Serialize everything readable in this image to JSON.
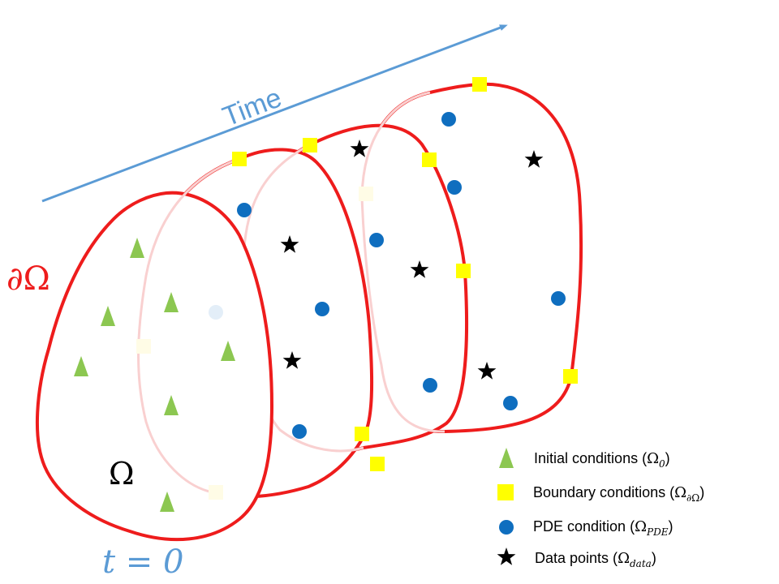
{
  "time_label": "Time",
  "domain_boundary_label": "∂Ω",
  "domain_label": "Ω",
  "t0_label": "t = 0",
  "colors": {
    "boundary_curve": "#ee1c1c",
    "boundary_curve_faded": "#f9d0d0",
    "time_arrow": "#5b9bd5",
    "t0_label": "#5b9bd5",
    "initial_marker": "#8cc751",
    "boundary_marker": "#ffff00",
    "pde_marker": "#0f6ebf",
    "data_marker": "#000000"
  },
  "legend": [
    {
      "icon": "triangle-icon",
      "text": "Initial conditions (",
      "sym": "Ω",
      "sub": "0",
      "close": ")"
    },
    {
      "icon": "square-icon",
      "text": "Boundary conditions (",
      "sym": "Ω",
      "sub": "∂Ω",
      "close": ")"
    },
    {
      "icon": "circle-icon",
      "text": "PDE condition (",
      "sym": "Ω",
      "sub": "PDE",
      "close": ")"
    },
    {
      "icon": "star-icon",
      "text": "Data points (",
      "sym": "Ω",
      "sub": "data",
      "close": ")"
    }
  ]
}
